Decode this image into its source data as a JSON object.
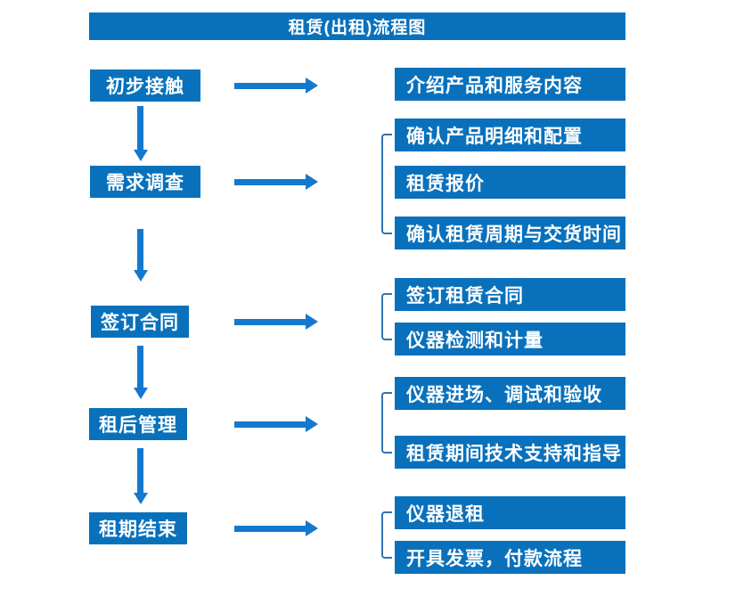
{
  "title": "租赁(出租)流程图",
  "colors": {
    "background": "#ffffff",
    "box_blue": "#0971BC",
    "arrow_blue": "#1478CD",
    "bracket_blue": "#2E74B5",
    "text_white": "#ffffff"
  },
  "flow": {
    "steps": [
      {
        "id": "initial-contact",
        "label": "初步接触",
        "details": [
          "介绍产品和服务内容"
        ]
      },
      {
        "id": "demand-survey",
        "label": "需求调查",
        "details": [
          "确认产品明细和配置",
          "租赁报价",
          "确认租赁周期与交货时间"
        ]
      },
      {
        "id": "sign-contract",
        "label": "签订合同",
        "details": [
          "签订租赁合同",
          "仪器检测和计量"
        ]
      },
      {
        "id": "post-rental-management",
        "label": "租后管理",
        "details": [
          "仪器进场、调试和验收",
          "租赁期间技术支持和指导"
        ]
      },
      {
        "id": "rental-end",
        "label": "租期结束",
        "details": [
          "仪器退租",
          "开具发票，付款流程"
        ]
      }
    ]
  }
}
